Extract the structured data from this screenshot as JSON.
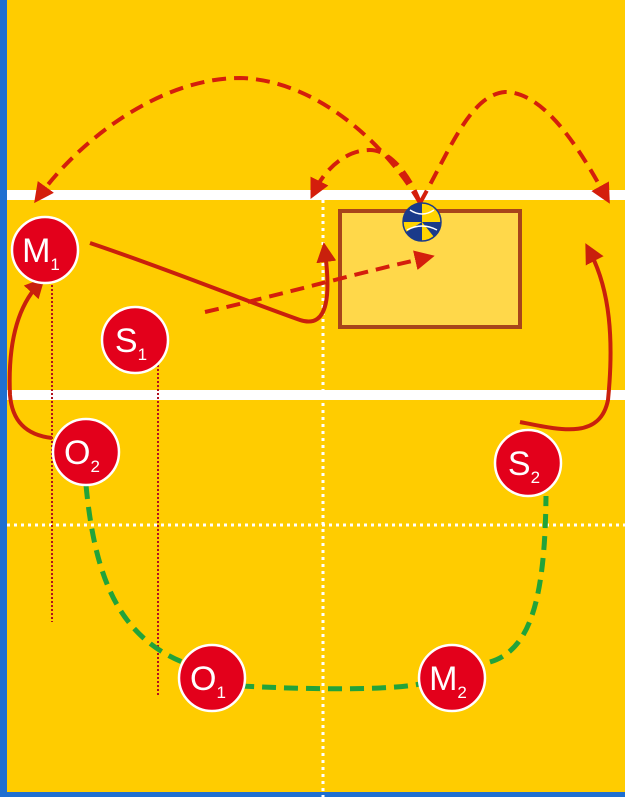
{
  "colors": {
    "court": "#FFCC00",
    "border": "#1F6FD1",
    "line": "#FFFFFF",
    "player_fill": "#E3001B",
    "player_stroke": "#FFFFFF",
    "arrow": "#C9200C",
    "dashed_arrow": "#D41E0C",
    "pass_path": "#22A33A",
    "target_zone_fill": "#FFD84A",
    "target_zone_stroke": "#A8451A",
    "position_marker": "#B01020"
  },
  "players": [
    {
      "id": "m1",
      "letter": "M",
      "sub": "1"
    },
    {
      "id": "s1",
      "letter": "S",
      "sub": "1"
    },
    {
      "id": "o2",
      "letter": "O",
      "sub": "2"
    },
    {
      "id": "s2",
      "letter": "S",
      "sub": "2"
    },
    {
      "id": "o1",
      "letter": "O",
      "sub": "1"
    },
    {
      "id": "m2",
      "letter": "M",
      "sub": "2"
    }
  ],
  "icons": {
    "ball": "volleyball-icon"
  }
}
